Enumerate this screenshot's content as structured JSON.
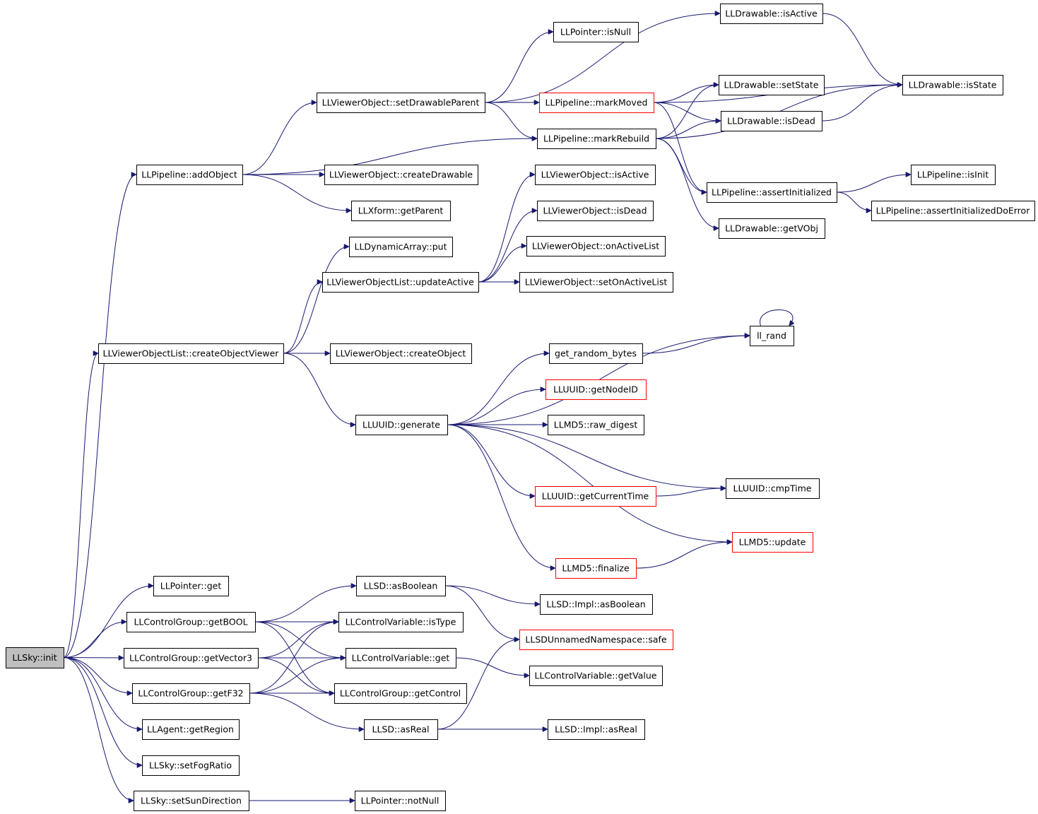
{
  "nodes": [
    {
      "id": "sky_init",
      "label": "LLSky::init",
      "style": "root"
    },
    {
      "id": "pl_addObject",
      "label": "LLPipeline::addObject",
      "style": "normal"
    },
    {
      "id": "vol_createObjectViewer",
      "label": "LLViewerObjectList::createObjectViewer",
      "style": "normal"
    },
    {
      "id": "ptr_get",
      "label": "LLPointer::get",
      "style": "normal"
    },
    {
      "id": "cg_getBOOL",
      "label": "LLControlGroup::getBOOL",
      "style": "normal"
    },
    {
      "id": "cg_getVector3",
      "label": "LLControlGroup::getVector3",
      "style": "normal"
    },
    {
      "id": "cg_getF32",
      "label": "LLControlGroup::getF32",
      "style": "normal"
    },
    {
      "id": "agent_getRegion",
      "label": "LLAgent::getRegion",
      "style": "normal"
    },
    {
      "id": "sky_setFogRatio",
      "label": "LLSky::setFogRatio",
      "style": "normal"
    },
    {
      "id": "sky_setSunDirection",
      "label": "LLSky::setSunDirection",
      "style": "normal"
    },
    {
      "id": "vo_setDrawableParent",
      "label": "LLViewerObject::setDrawableParent",
      "style": "normal"
    },
    {
      "id": "vo_createDrawable",
      "label": "LLViewerObject::createDrawable",
      "style": "normal"
    },
    {
      "id": "xf_getParent",
      "label": "LLXform::getParent",
      "style": "normal"
    },
    {
      "id": "da_put",
      "label": "LLDynamicArray::put",
      "style": "normal"
    },
    {
      "id": "vol_updateActive",
      "label": "LLViewerObjectList::updateActive",
      "style": "normal"
    },
    {
      "id": "vo_createObject",
      "label": "LLViewerObject::createObject",
      "style": "normal"
    },
    {
      "id": "uuid_generate",
      "label": "LLUUID::generate",
      "style": "normal"
    },
    {
      "id": "ptr_isNull",
      "label": "LLPointer::isNull",
      "style": "normal"
    },
    {
      "id": "pl_markMoved",
      "label": "LLPipeline::markMoved",
      "style": "red"
    },
    {
      "id": "pl_markRebuild",
      "label": "LLPipeline::markRebuild",
      "style": "normal"
    },
    {
      "id": "vo_isActive",
      "label": "LLViewerObject::isActive",
      "style": "normal"
    },
    {
      "id": "vo_isDead",
      "label": "LLViewerObject::isDead",
      "style": "normal"
    },
    {
      "id": "vo_onActiveList",
      "label": "LLViewerObject::onActiveList",
      "style": "normal"
    },
    {
      "id": "vo_setOnActiveList",
      "label": "LLViewerObject::setOnActiveList",
      "style": "normal"
    },
    {
      "id": "get_random_bytes",
      "label": "get_random_bytes",
      "style": "normal"
    },
    {
      "id": "uuid_getNodeID",
      "label": "LLUUID::getNodeID",
      "style": "red"
    },
    {
      "id": "md5_raw_digest",
      "label": "LLMD5::raw_digest",
      "style": "normal"
    },
    {
      "id": "uuid_getCurrentTime",
      "label": "LLUUID::getCurrentTime",
      "style": "red"
    },
    {
      "id": "md5_finalize",
      "label": "LLMD5::finalize",
      "style": "red"
    },
    {
      "id": "sd_asBoolean",
      "label": "LLSD::asBoolean",
      "style": "normal"
    },
    {
      "id": "cv_isType",
      "label": "LLControlVariable::isType",
      "style": "normal"
    },
    {
      "id": "cv_get",
      "label": "LLControlVariable::get",
      "style": "normal"
    },
    {
      "id": "cg_getControl",
      "label": "LLControlGroup::getControl",
      "style": "normal"
    },
    {
      "id": "sd_asReal",
      "label": "LLSD::asReal",
      "style": "normal"
    },
    {
      "id": "ptr_notNull",
      "label": "LLPointer::notNull",
      "style": "normal"
    },
    {
      "id": "dr_isActive",
      "label": "LLDrawable::isActive",
      "style": "normal"
    },
    {
      "id": "dr_setState",
      "label": "LLDrawable::setState",
      "style": "normal"
    },
    {
      "id": "dr_isDead",
      "label": "LLDrawable::isDead",
      "style": "normal"
    },
    {
      "id": "pl_assertInitialized",
      "label": "LLPipeline::assertInitialized",
      "style": "normal"
    },
    {
      "id": "dr_getVObj",
      "label": "LLDrawable::getVObj",
      "style": "normal"
    },
    {
      "id": "ll_rand",
      "label": "ll_rand",
      "style": "normal"
    },
    {
      "id": "uuid_cmpTime",
      "label": "LLUUID::cmpTime",
      "style": "normal"
    },
    {
      "id": "md5_update",
      "label": "LLMD5::update",
      "style": "red"
    },
    {
      "id": "sdi_asBoolean",
      "label": "LLSD::Impl::asBoolean",
      "style": "normal"
    },
    {
      "id": "sdu_safe",
      "label": "LLSDUnnamedNamespace::safe",
      "style": "red"
    },
    {
      "id": "cv_getValue",
      "label": "LLControlVariable::getValue",
      "style": "normal"
    },
    {
      "id": "sdi_asReal",
      "label": "LLSD::Impl::asReal",
      "style": "normal"
    },
    {
      "id": "dr_isState",
      "label": "LLDrawable::isState",
      "style": "normal"
    },
    {
      "id": "pl_isInit",
      "label": "LLPipeline::isInit",
      "style": "normal"
    },
    {
      "id": "pl_assertInitializedDoError",
      "label": "LLPipeline::assertInitializedDoError",
      "style": "normal"
    }
  ],
  "edges": [
    [
      "sky_init",
      "pl_addObject"
    ],
    [
      "sky_init",
      "vol_createObjectViewer"
    ],
    [
      "sky_init",
      "ptr_get"
    ],
    [
      "sky_init",
      "cg_getBOOL"
    ],
    [
      "sky_init",
      "cg_getVector3"
    ],
    [
      "sky_init",
      "cg_getF32"
    ],
    [
      "sky_init",
      "agent_getRegion"
    ],
    [
      "sky_init",
      "sky_setFogRatio"
    ],
    [
      "sky_init",
      "sky_setSunDirection"
    ],
    [
      "pl_addObject",
      "vo_setDrawableParent"
    ],
    [
      "pl_addObject",
      "vo_createDrawable"
    ],
    [
      "pl_addObject",
      "xf_getParent"
    ],
    [
      "pl_addObject",
      "pl_markRebuild"
    ],
    [
      "vo_setDrawableParent",
      "ptr_isNull"
    ],
    [
      "vo_setDrawableParent",
      "dr_isActive"
    ],
    [
      "vo_setDrawableParent",
      "pl_markMoved"
    ],
    [
      "vo_setDrawableParent",
      "pl_markRebuild"
    ],
    [
      "pl_markMoved",
      "dr_isState"
    ],
    [
      "pl_markMoved",
      "dr_setState"
    ],
    [
      "pl_markMoved",
      "dr_isDead"
    ],
    [
      "pl_markMoved",
      "pl_assertInitialized"
    ],
    [
      "pl_markRebuild",
      "dr_setState"
    ],
    [
      "pl_markRebuild",
      "dr_isDead"
    ],
    [
      "pl_markRebuild",
      "dr_isState"
    ],
    [
      "pl_markRebuild",
      "pl_assertInitialized"
    ],
    [
      "pl_markRebuild",
      "dr_getVObj"
    ],
    [
      "dr_isActive",
      "dr_isState"
    ],
    [
      "dr_isDead",
      "dr_isState"
    ],
    [
      "pl_assertInitialized",
      "pl_isInit"
    ],
    [
      "pl_assertInitialized",
      "pl_assertInitializedDoError"
    ],
    [
      "vol_createObjectViewer",
      "da_put"
    ],
    [
      "vol_createObjectViewer",
      "vol_updateActive"
    ],
    [
      "vol_createObjectViewer",
      "vo_createObject"
    ],
    [
      "vol_createObjectViewer",
      "uuid_generate"
    ],
    [
      "vol_updateActive",
      "vo_isActive"
    ],
    [
      "vol_updateActive",
      "vo_isDead"
    ],
    [
      "vol_updateActive",
      "vo_onActiveList"
    ],
    [
      "vol_updateActive",
      "vo_setOnActiveList"
    ],
    [
      "uuid_generate",
      "ll_rand"
    ],
    [
      "uuid_generate",
      "get_random_bytes"
    ],
    [
      "uuid_generate",
      "uuid_getNodeID"
    ],
    [
      "uuid_generate",
      "md5_raw_digest"
    ],
    [
      "uuid_generate",
      "uuid_cmpTime"
    ],
    [
      "uuid_generate",
      "uuid_getCurrentTime"
    ],
    [
      "uuid_generate",
      "md5_update"
    ],
    [
      "uuid_generate",
      "md5_finalize"
    ],
    [
      "get_random_bytes",
      "ll_rand"
    ],
    [
      "ll_rand",
      "ll_rand"
    ],
    [
      "uuid_getCurrentTime",
      "uuid_cmpTime"
    ],
    [
      "md5_finalize",
      "md5_update"
    ],
    [
      "cg_getBOOL",
      "sd_asBoolean"
    ],
    [
      "cg_getBOOL",
      "cv_isType"
    ],
    [
      "cg_getBOOL",
      "cv_get"
    ],
    [
      "cg_getBOOL",
      "cg_getControl"
    ],
    [
      "cg_getVector3",
      "cv_isType"
    ],
    [
      "cg_getVector3",
      "cv_get"
    ],
    [
      "cg_getVector3",
      "cg_getControl"
    ],
    [
      "cg_getF32",
      "cv_isType"
    ],
    [
      "cg_getF32",
      "cv_get"
    ],
    [
      "cg_getF32",
      "cg_getControl"
    ],
    [
      "cg_getF32",
      "sd_asReal"
    ],
    [
      "sd_asBoolean",
      "sdi_asBoolean"
    ],
    [
      "sd_asBoolean",
      "sdu_safe"
    ],
    [
      "cv_get",
      "cv_getValue"
    ],
    [
      "sd_asReal",
      "sdu_safe"
    ],
    [
      "sd_asReal",
      "sdi_asReal"
    ],
    [
      "sky_setSunDirection",
      "ptr_notNull"
    ]
  ]
}
